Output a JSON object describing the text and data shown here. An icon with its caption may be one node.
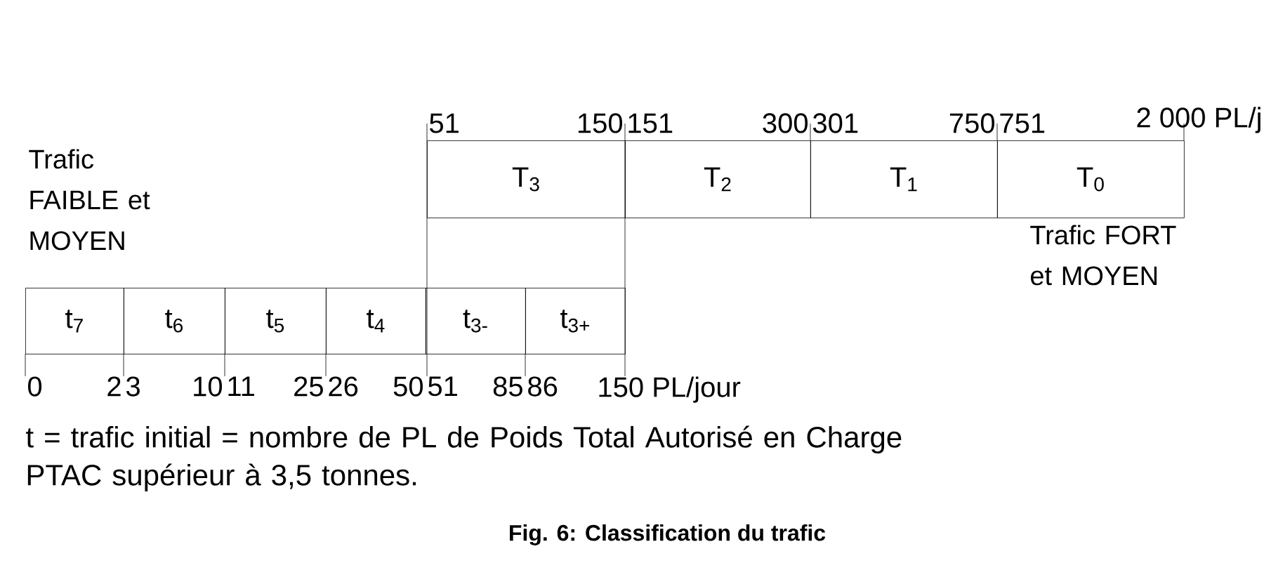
{
  "diagram": {
    "caption": "Fig. 6: Classification du trafic",
    "nodes": [
      {
        "text": [
          "T$_{3}$"
        ]
      },
      {
        "text": [
          "T$_{2}$"
        ]
      },
      {
        "text": [
          "T$_{1}$"
        ]
      },
      {
        "text": [
          "T$_{0}$"
        ]
      },
      {
        "text": [
          "t$_{7}$"
        ]
      },
      {
        "text": [
          "t$_{6}$"
        ]
      },
      {
        "text": [
          "t$_{5}$"
        ]
      },
      {
        "text": [
          "t$_{4}$"
        ]
      },
      {
        "text": [
          "t$_{3-}$"
        ]
      },
      {
        "text": [
          "t$_{3+}$"
        ]
      }
    ],
    "labels": [
      "51",
      "150",
      "151",
      "300",
      "301",
      "750",
      "751",
      "2 000 PL/j",
      "Trafic FAIBLE et MOYEN",
      "Trafic FORT et MOYEN",
      "0",
      "2",
      "3",
      "10",
      "11",
      "25",
      "26",
      "50",
      "51",
      "85",
      "86",
      "150 PL/jour",
      "t = trafic initial = nombre de PL de Poids Total Autorisé en Charge PTAC supérieur à 3,5 tonnes."
    ]
  }
}
